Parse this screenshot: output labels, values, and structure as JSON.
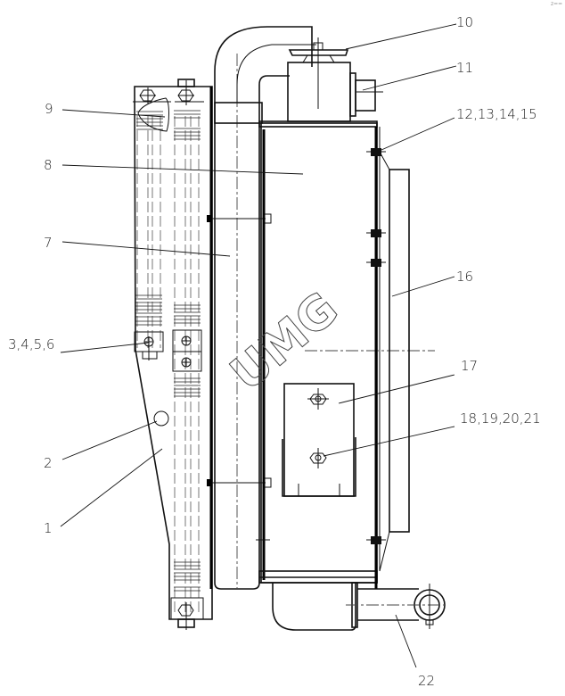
{
  "drawing": {
    "title": "Radiator assembly – part callout diagram",
    "watermark": "UMG",
    "corner_mark": "z=="
  },
  "callouts": [
    {
      "id": "c1",
      "label": "1"
    },
    {
      "id": "c2",
      "label": "2"
    },
    {
      "id": "c3",
      "label": "3,4,5,6"
    },
    {
      "id": "c7",
      "label": "7"
    },
    {
      "id": "c8",
      "label": "8"
    },
    {
      "id": "c9",
      "label": "9"
    },
    {
      "id": "c10",
      "label": "10"
    },
    {
      "id": "c11",
      "label": "11"
    },
    {
      "id": "c12",
      "label": "12,13,14,15"
    },
    {
      "id": "c16",
      "label": "16"
    },
    {
      "id": "c17",
      "label": "17"
    },
    {
      "id": "c18",
      "label": "18,19,20,21"
    },
    {
      "id": "c22",
      "label": "22"
    }
  ],
  "colors": {
    "line": "#111111",
    "background": "#ffffff",
    "watermark": "#444444"
  }
}
